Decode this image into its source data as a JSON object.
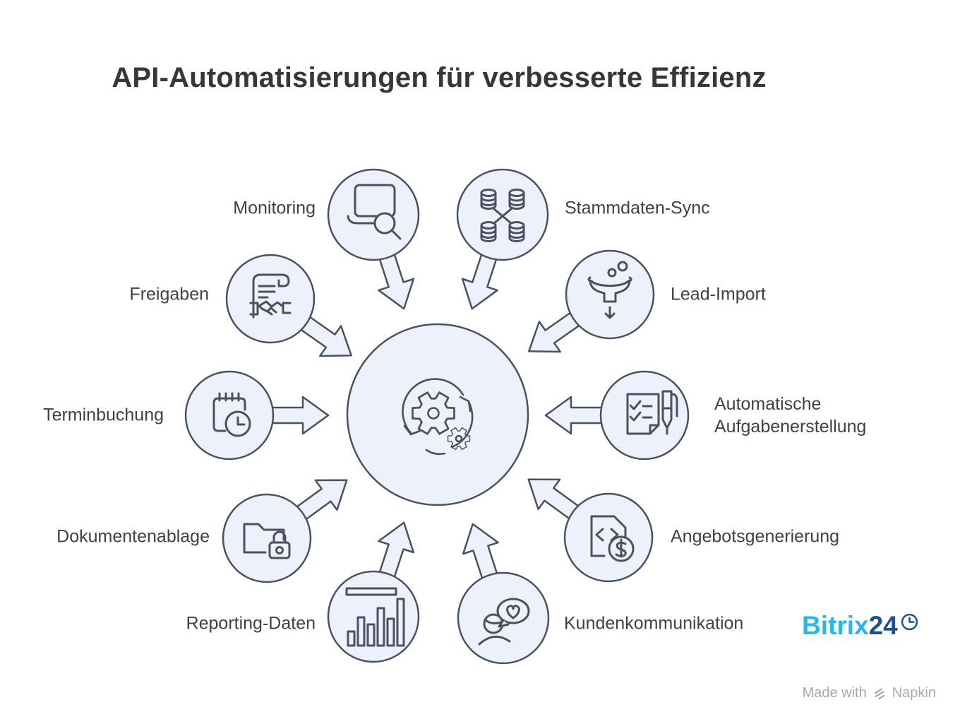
{
  "title": "API-Automatisierungen für verbesserte Effizienz",
  "hub": {
    "icon": "gears-sync-icon"
  },
  "nodes": [
    {
      "label": "Monitoring",
      "icon": "laptop-search-icon"
    },
    {
      "label": "Stammdaten-Sync",
      "icon": "database-sync-icon"
    },
    {
      "label": "Freigaben",
      "icon": "contract-handshake-icon"
    },
    {
      "label": "Lead-Import",
      "icon": "funnel-import-icon"
    },
    {
      "label": "Terminbuchung",
      "icon": "calendar-clock-icon"
    },
    {
      "label": "Automatische Aufgabenerstellung",
      "icon": "task-checklist-pen-icon"
    },
    {
      "label": "Dokumentenablage",
      "icon": "folder-lock-icon"
    },
    {
      "label": "Angebotsgenerierung",
      "icon": "code-invoice-icon"
    },
    {
      "label": "Reporting-Daten",
      "icon": "bar-chart-icon"
    },
    {
      "label": "Kundenkommunikation",
      "icon": "customer-chat-heart-icon"
    }
  ],
  "branding": {
    "logo_part1": "Bitrix",
    "logo_part2": "24",
    "logo_icon": "clock-icon"
  },
  "footer": {
    "made_with": "Made with",
    "brand": "Napkin",
    "icon": "napkin-logo-icon"
  },
  "colors": {
    "background": "#ffffff",
    "node_fill": "#edf1fb",
    "node_stroke": "#4a5160",
    "label_text": "#3f4245",
    "title_text": "#35383b",
    "logo_light_blue": "#29b6ea",
    "logo_dark_blue": "#1a5391",
    "footer_text": "#a6aaae"
  }
}
